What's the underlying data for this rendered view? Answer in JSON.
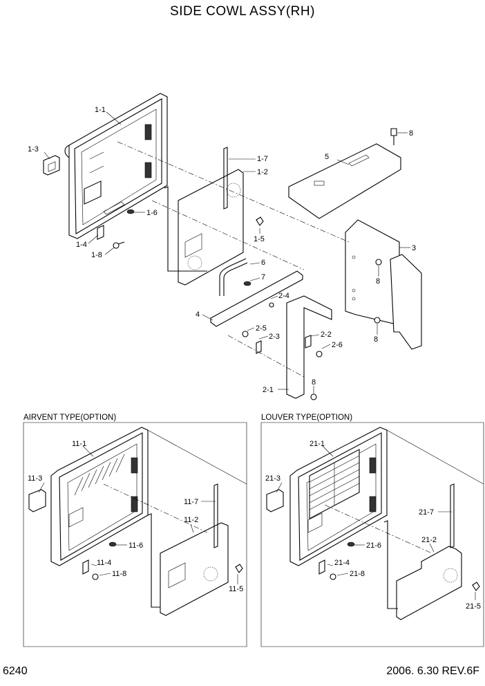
{
  "title": "SIDE COWL ASSY(RH)",
  "page_number": "6240",
  "revision": "2006. 6.30  REV.6F",
  "sections": {
    "airvent": "AIRVENT TYPE(OPTION)",
    "louver": "LOUVER TYPE(OPTION)"
  },
  "labels": {
    "p1_1": "1-1",
    "p1_2": "1-2",
    "p1_3": "1-3",
    "p1_4": "1-4",
    "p1_5": "1-5",
    "p1_6": "1-6",
    "p1_7": "1-7",
    "p1_8": "1-8",
    "p2_1": "2-1",
    "p2_2": "2-2",
    "p2_3": "2-3",
    "p2_4": "2-4",
    "p2_5": "2-5",
    "p2_6": "2-6",
    "p3": "3",
    "p4": "4",
    "p5": "5",
    "p6": "6",
    "p7": "7",
    "p8a": "8",
    "p8b": "8",
    "p8c": "8",
    "p8d": "8",
    "p11_1": "11-1",
    "p11_2": "11-2",
    "p11_3": "11-3",
    "p11_4": "11-4",
    "p11_5": "11-5",
    "p11_6": "11-6",
    "p11_7": "11-7",
    "p11_8": "11-8",
    "p21_1": "21-1",
    "p21_2": "21-2",
    "p21_3": "21-3",
    "p21_4": "21-4",
    "p21_5": "21-5",
    "p21_6": "21-6",
    "p21_7": "21-7",
    "p21_8": "21-8"
  }
}
